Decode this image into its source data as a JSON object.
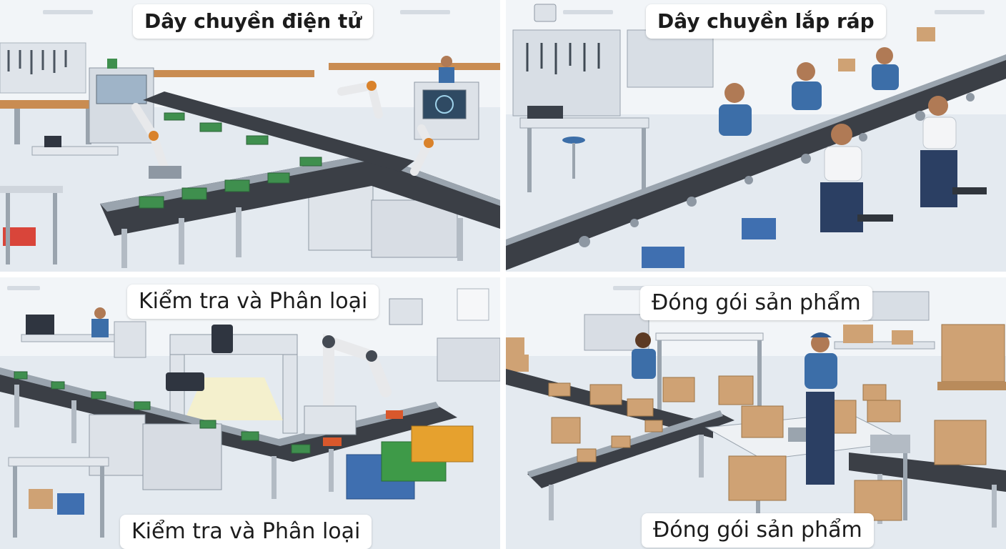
{
  "panels": [
    {
      "caption": "Dây chuyền điện tử"
    },
    {
      "caption": "Dây chuyền lắp ráp"
    },
    {
      "caption_top": "Kiểm tra và Phân loại",
      "caption_bottom": "Kiểm tra và Phân loại"
    },
    {
      "caption_top": "Đóng gói sản phẩm",
      "caption_bottom": "Đóng gói sản phẩm"
    }
  ],
  "colors": {
    "floor": "#e9eef4",
    "wall": "#f2f5f8",
    "conveyor_belt": "#3b3f46",
    "steel": "#c9d0d8",
    "pcb_green": "#3f8f4e",
    "worker_shirt": "#3c6ea8",
    "worker_pants": "#2b3f63",
    "cardboard": "#cfa274",
    "bin_blue": "#3f6fb0",
    "bin_green": "#3e9a48",
    "bin_orange": "#e6a12e",
    "robot_arm": "#e8e9eb",
    "robot_accent": "#d9822b"
  }
}
